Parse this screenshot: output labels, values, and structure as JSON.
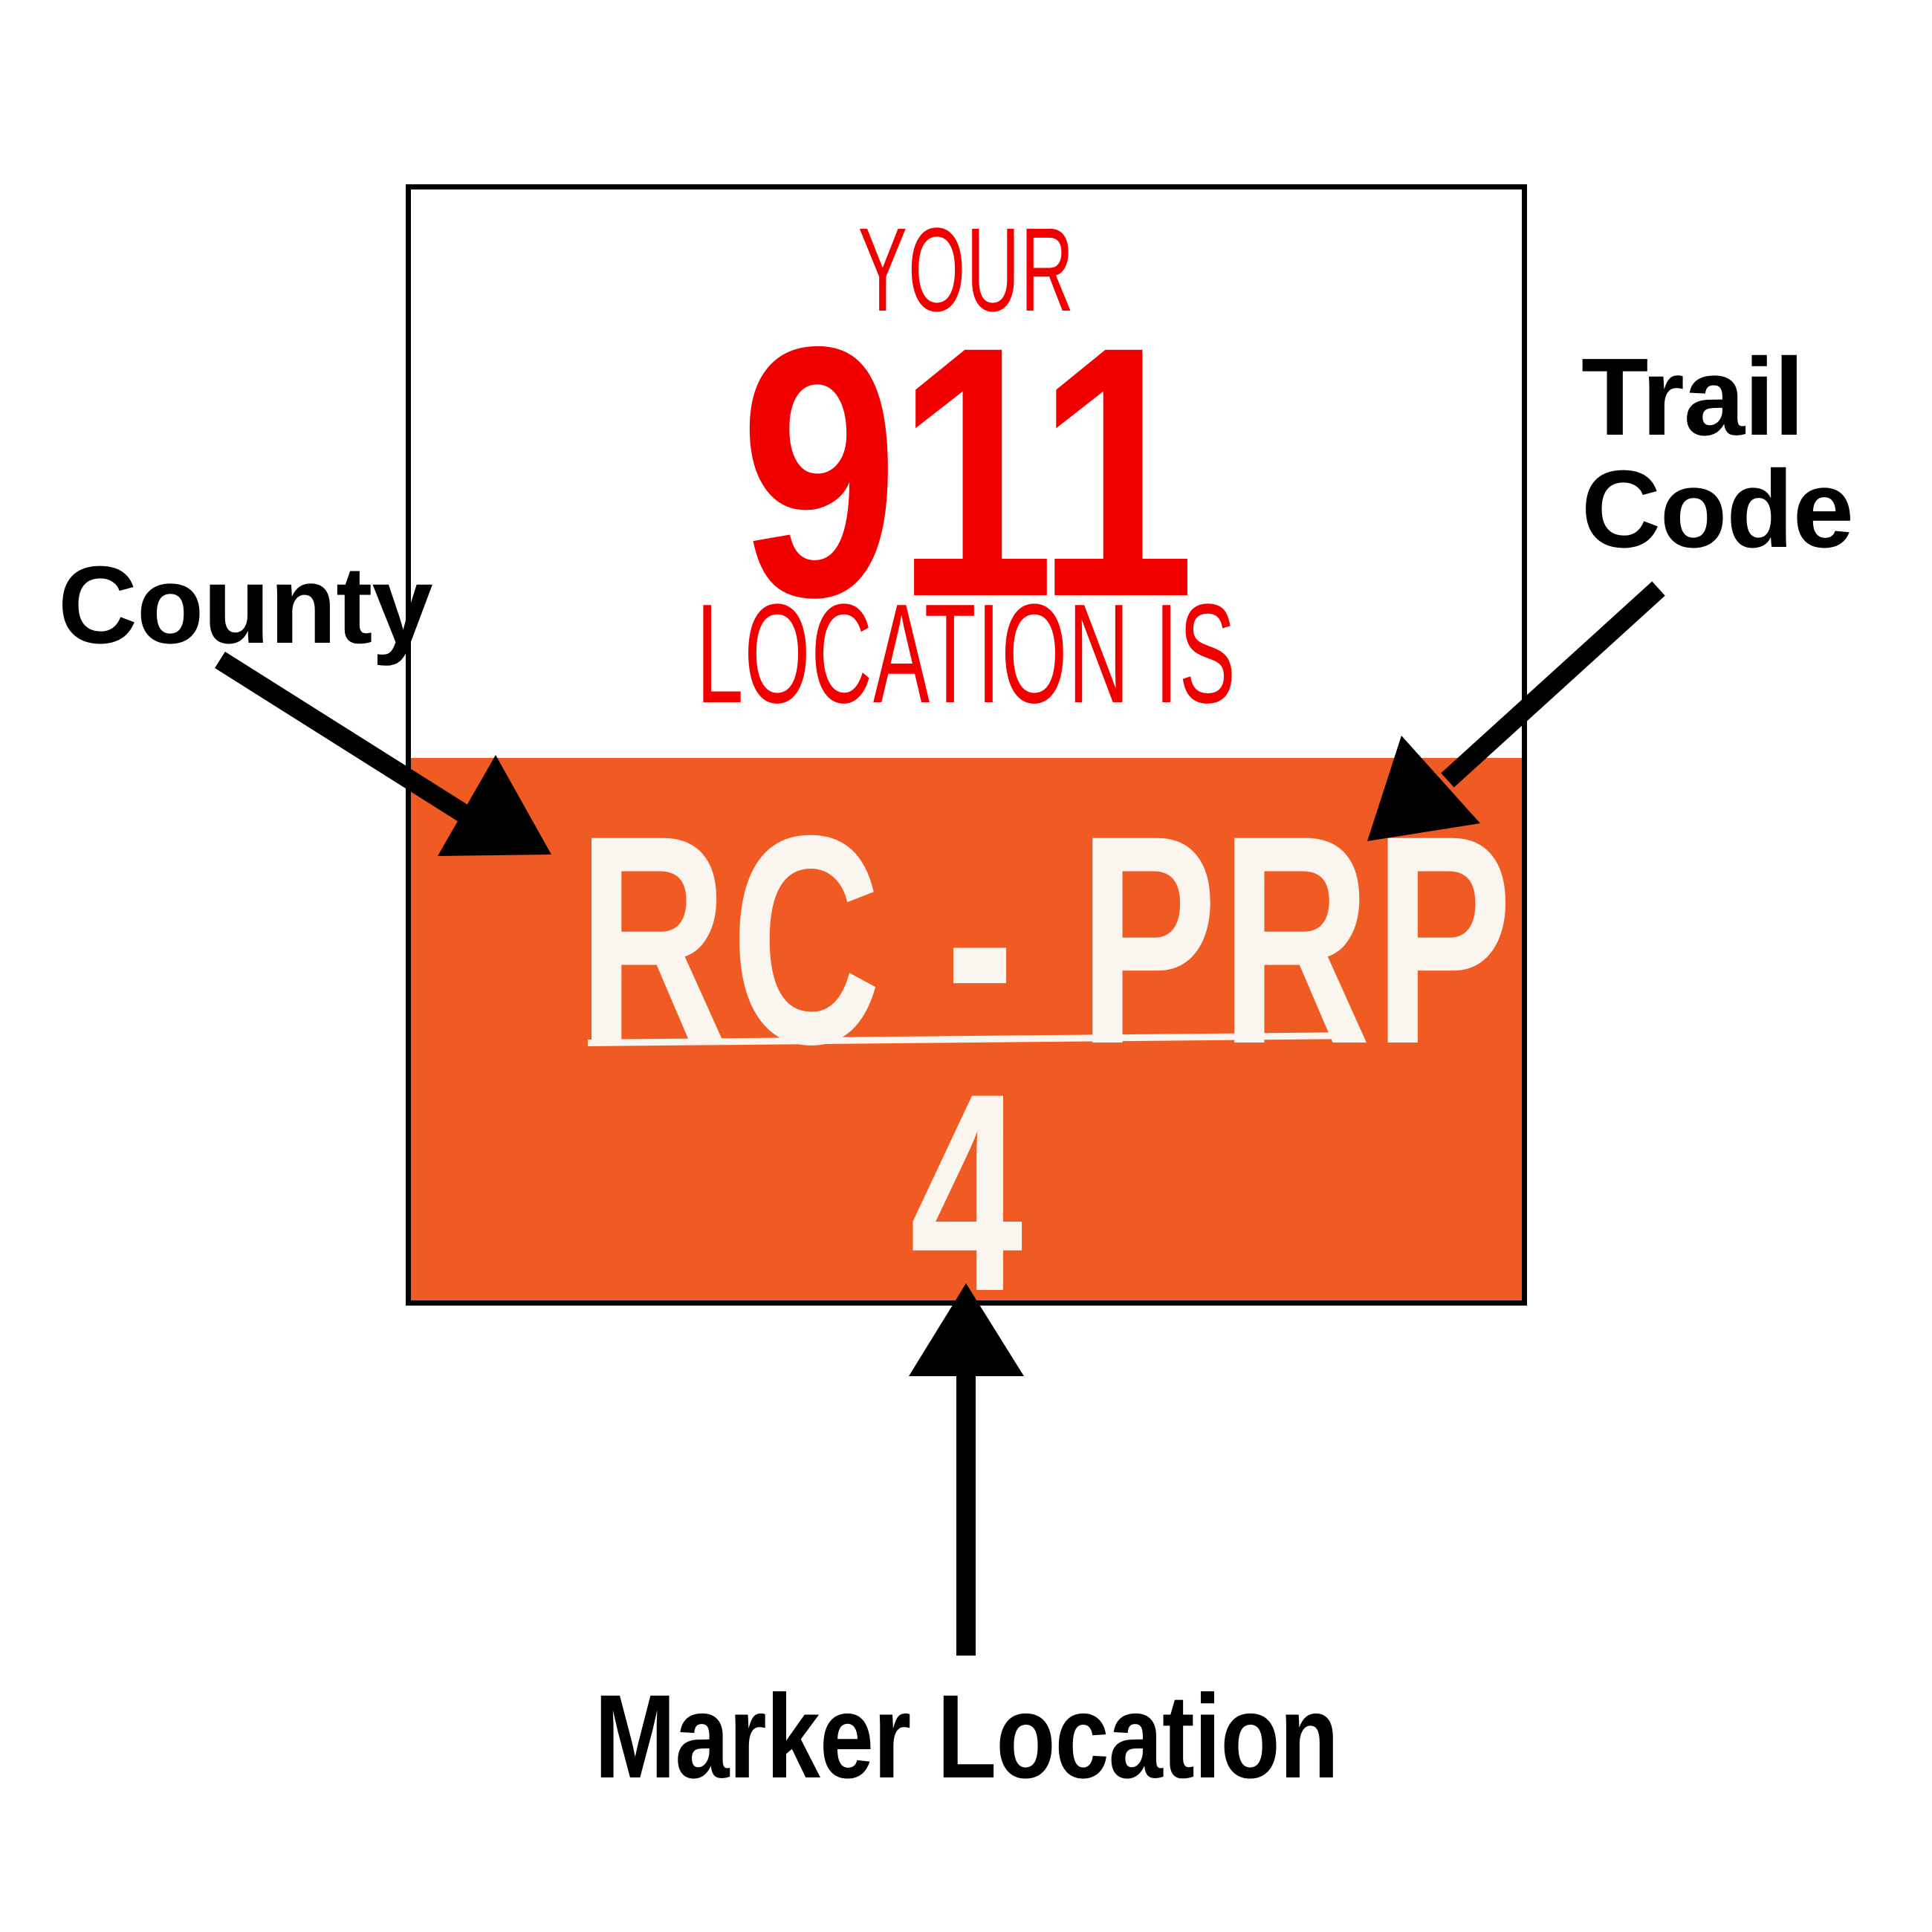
{
  "sign": {
    "headline": {
      "line1": "YOUR",
      "line2": "911",
      "line3": "LOCATION IS"
    },
    "code": {
      "trail_code": "RC - PRP",
      "marker_number": "4"
    },
    "colors": {
      "red_text": "#F20000",
      "orange_band": "#F05A23",
      "code_text": "#FAF5EE",
      "border": "#000000",
      "white_panel": "#FFFFFF"
    }
  },
  "annotations": {
    "county": {
      "label": "County",
      "arrow": "arrow-down-right"
    },
    "trail_code": {
      "line1": "Trail",
      "line2": "Code",
      "arrow": "arrow-down-left"
    },
    "marker_location": {
      "label": "Marker Location",
      "arrow": "arrow-up"
    }
  }
}
